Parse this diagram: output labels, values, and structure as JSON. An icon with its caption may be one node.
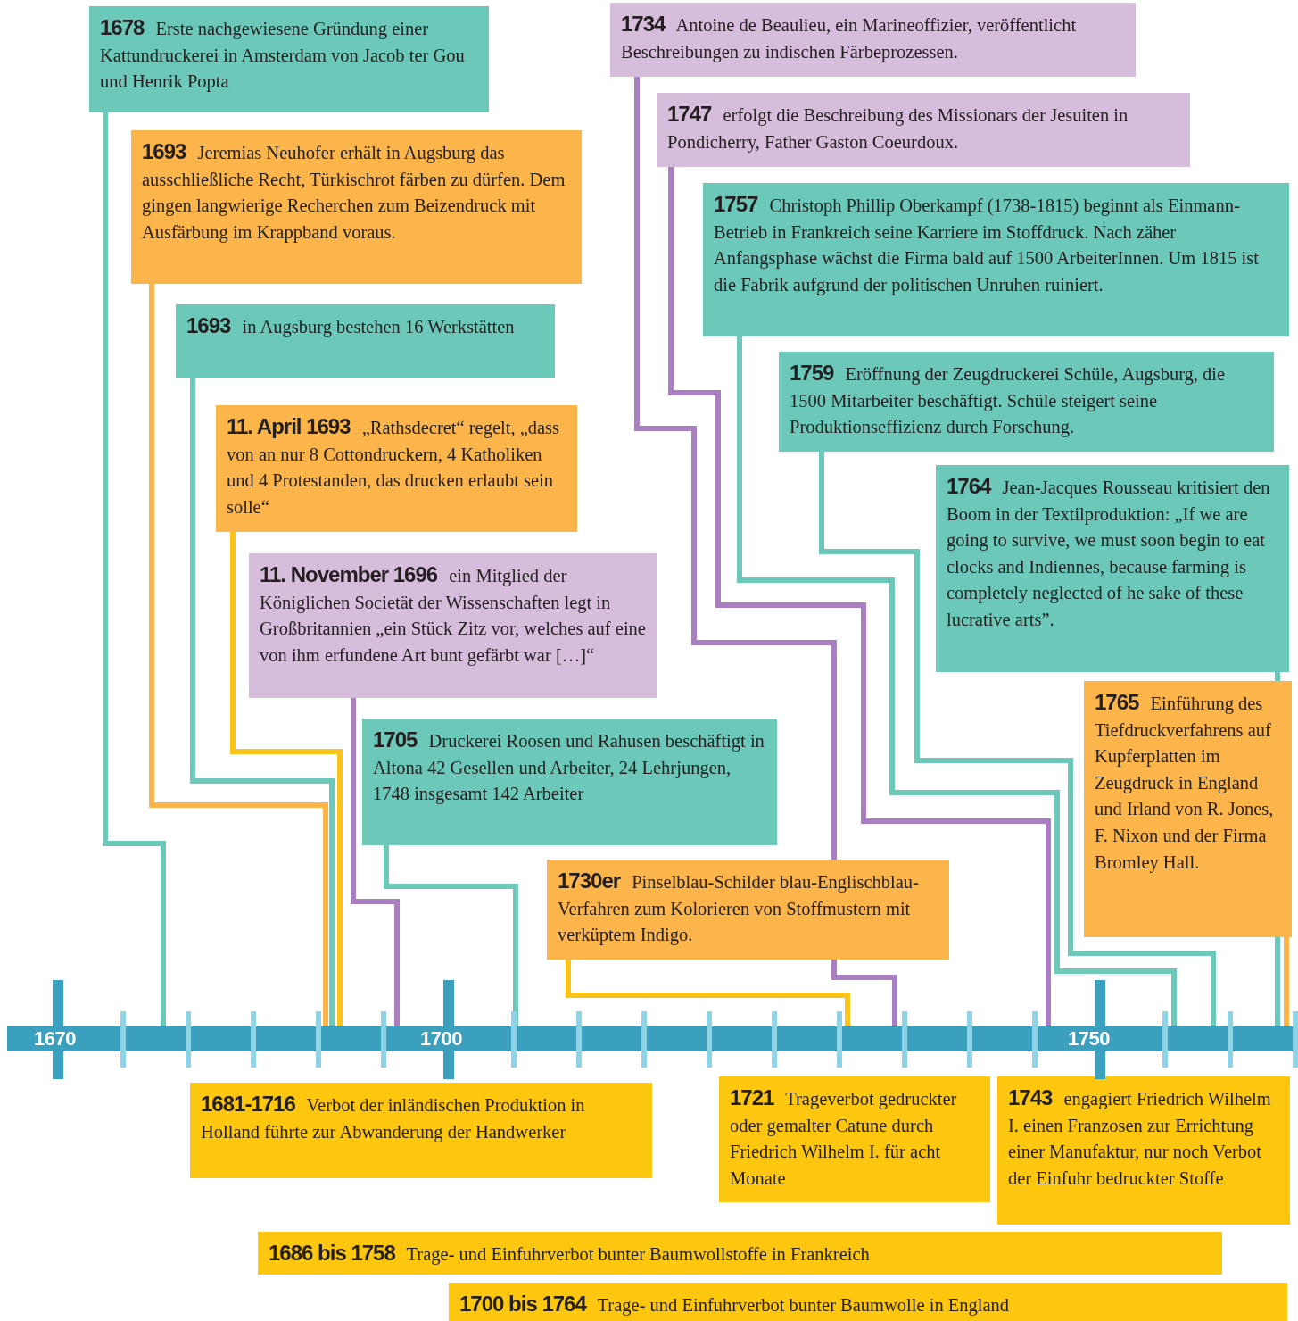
{
  "diagram": {
    "nodes": [
      {
        "text": [
          "1678",
          "Erste nachgewiesene Gründung einer Kattundruckerei in Amsterdam von Jacob ter Gou und Henrik Popta"
        ]
      },
      {
        "text": [
          "1734",
          "Antoine de Beaulieu, ein Marineoffizier, veröffentlicht Beschreibungen zu indischen Färbeprozessen."
        ]
      },
      {
        "text": [
          "1693",
          "Jeremias Neuhofer erhält in Augsburg das ausschließliche Recht, Türkischrot färben zu dürfen. Dem gingen langwierige Recherchen zum Beizendruck mit Ausfärbung im Krappband voraus."
        ]
      },
      {
        "text": [
          "1747",
          "erfolgt die Beschreibung des Missionars der Jesuiten in Pondicherry, Father Gaston Coeurdoux."
        ]
      },
      {
        "text": [
          "1757",
          "Christoph Phillip Oberkampf (1738-1815) beginnt als Einmann-Betrieb in Frankreich seine Karriere im Stoffdruck. Nach zäher Anfangsphase wächst die Firma bald auf 1500 ArbeiterInnen. Um 1815 ist die Fabrik aufgrund der politischen Unruhen ruiniert."
        ]
      },
      {
        "text": [
          "1693",
          "in Augsburg bestehen 16 Werkstätten"
        ]
      },
      {
        "text": [
          "1759",
          "Eröffnung der Zeugdruckerei Schüle, Augsburg, die 1500 Mitarbeiter beschäftigt. Schüle steigert seine Produktionseffizienz durch Forschung."
        ]
      },
      {
        "text": [
          "11. April 1693",
          "„Rathsdecret“ regelt, „dass von an nur 8 Cottondruckern, 4 Katholiken und 4 Protestanden, das drucken erlaubt sein solle“"
        ]
      },
      {
        "text": [
          "1764",
          "Jean-Jacques Rousseau kritisiert den Boom in der Textilproduktion: „If we are going to survive, we must soon begin to eat clocks and Indiennes, because farming is completely neglected of he sake of these lucrative arts”."
        ]
      },
      {
        "text": [
          "11. November 1696",
          "ein Mitglied der Königlichen Societät der Wissenschaften legt in Großbritannien „ein Stück Zitz vor, welches auf eine von ihm erfundene Art bunt gefärbt war […]“"
        ]
      },
      {
        "text": [
          "1765",
          "Einführung des Tiefdruckverfahrens auf Kupferplatten im Zeugdruck in England und Irland von R. Jones, F. Nixon und der Firma Bromley Hall."
        ]
      },
      {
        "text": [
          "1705",
          "Druckerei Roosen und Rahusen beschäftigt in Altona 42 Gesellen und Arbeiter, 24 Lehrjungen, 1748 insgesamt 142 Arbeiter"
        ]
      },
      {
        "text": [
          "1730er",
          "Pinselblau-Schilder blau-Englischblau-Verfahren zum Kolorieren von Stoffmustern mit verküptem Indigo."
        ]
      },
      {
        "text": [],
        "shape": "bar"
      },
      {
        "text": [
          "1681-1716",
          "Verbot der inländischen Produktion in Holland führte zur Abwanderung der Handwerker"
        ]
      },
      {
        "text": [
          "1721",
          "Trageverbot gedruckter oder gemalter Catune durch Friedrich Wilhelm I. für acht Monate"
        ]
      },
      {
        "text": [
          "1743",
          "engagiert Friedrich Wilhelm I. einen Franzosen zur Errichtung einer Manufaktur, nur noch Verbot der Einfuhr bedruckter Stoffe"
        ]
      },
      {
        "text": [
          "1686 bis 1758",
          "Trage- und Einfuhrverbot bunter Baumwollstoffe in Frankreich"
        ]
      },
      {
        "text": [
          "1700 bis 1764",
          "Trage- und Einfuhrverbot bunter Baumwolle in England"
        ]
      }
    ],
    "edges": [
      {
        "from": 0,
        "to": 13,
        "arrow": "none"
      },
      {
        "from": 1,
        "to": 13,
        "arrow": "none",
        "color": "#a97fc1"
      },
      {
        "from": 2,
        "to": 13,
        "arrow": "none",
        "color": "#fbb54a"
      },
      {
        "from": 3,
        "to": 13,
        "arrow": "none",
        "color": "#a97fc1"
      },
      {
        "from": 4,
        "to": 13,
        "arrow": "none"
      },
      {
        "from": 5,
        "to": 13,
        "arrow": "none"
      },
      {
        "from": 6,
        "to": 13,
        "arrow": "none"
      },
      {
        "from": 7,
        "to": 13,
        "arrow": "none",
        "color": "#fcc419"
      },
      {
        "from": 8,
        "to": 13,
        "arrow": "none"
      },
      {
        "from": 9,
        "to": 13,
        "arrow": "none",
        "color": "#a97fc1"
      },
      {
        "from": 10,
        "to": 13,
        "arrow": "none",
        "color": "#fbb54a"
      },
      {
        "from": 11,
        "to": 13,
        "arrow": "none"
      },
      {
        "from": 12,
        "to": 13,
        "arrow": "none",
        "color": "#fcc419"
      }
    ],
    "labels": [
      "1670",
      "1700",
      "1750"
    ]
  }
}
